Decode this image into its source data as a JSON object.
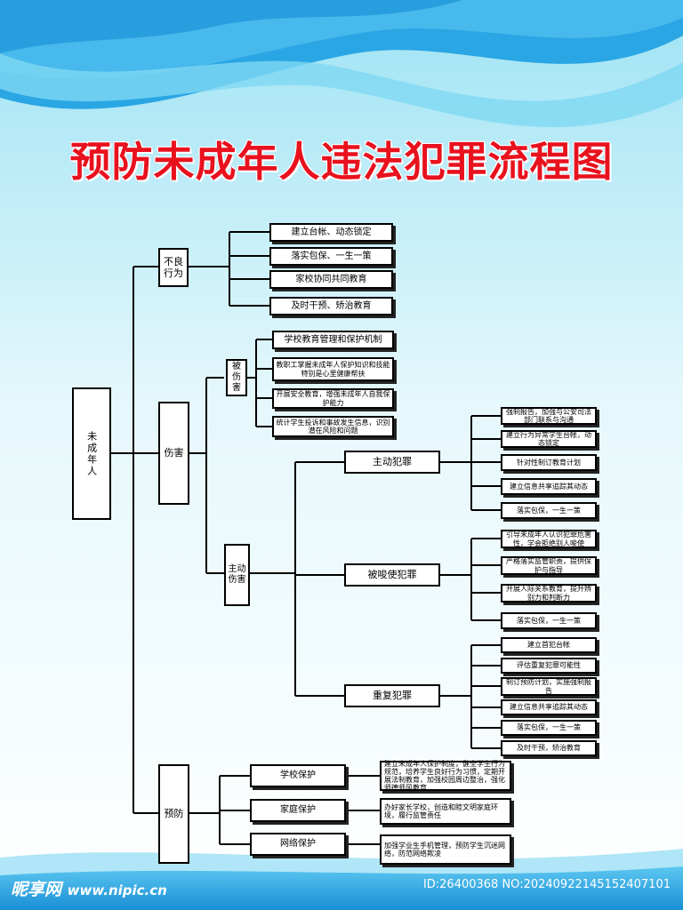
{
  "title": "预防未成年人违法犯罪流程图",
  "root": "未成年人",
  "branches": {
    "bad_behavior": {
      "label": "不良行为",
      "items": [
        "建立台帐、动态锁定",
        "落实包保、一生一策",
        "家校协同共同教育",
        "及时干预、矫治教育"
      ]
    },
    "harm": {
      "label": "伤害",
      "victim": {
        "label": "被伤害",
        "items": [
          "学校教育管理和保护机制",
          "教职工掌握未成年人保护知识和技能特别是心里健康帮扶",
          "开展安全教育，增强未成年人自我保护能力",
          "统计学生投诉和事故发生信息，识别潜在风险和问题"
        ]
      },
      "active": {
        "label": "主动伤害",
        "proactive": {
          "label": "主动犯罪",
          "items": [
            "强制报告，加强与公安司法部门联系与沟通",
            "建立行为异常学生台帐，动态锁定",
            "针对性制订教育计划",
            "建立信息共享追踪其动态",
            "落实包保，一生一策"
          ]
        },
        "instigated": {
          "label": "被唆使犯罪",
          "items": [
            "引导未成年人认识犯罪危害性，学会拒绝别人唆使",
            "严格落实监管职责，提供保护与指导",
            "开展人际关系教育，提升辨别力和判断力",
            "落实包保，一生一策"
          ]
        },
        "repeat": {
          "label": "重复犯罪",
          "items": [
            "建立首犯台帐",
            "评估重复犯罪可能性",
            "制订预防计划，实施强制报告",
            "建立信息共享追踪其动态",
            "落实包保，一生一策",
            "及时干预，矫治教育"
          ]
        }
      }
    },
    "prevention": {
      "label": "预防",
      "school": {
        "label": "学校保护",
        "desc": "建立未成年人保护制度，健全学生行为规范，培养学生良好行为习惯，定期开展法制教育，加强校园周边整治，强化师德师风教育"
      },
      "family": {
        "label": "家庭保护",
        "desc": "办好家长学校，创造和睦文明家庭环境，履行监管责任"
      },
      "network": {
        "label": "网络保护",
        "desc": "加强学业生手机管理，预防学生沉迷网络，防范网络欺凌"
      }
    }
  },
  "footer": {
    "logo": "昵享网",
    "site": "www.nipic.cn",
    "id": "ID:26400368 NO:20240922145152407101"
  },
  "colors": {
    "title": "#e8121e",
    "sky": "#bff0f8",
    "wave_dark": "#1b9ee0",
    "wave_light": "#6fd6f2"
  }
}
